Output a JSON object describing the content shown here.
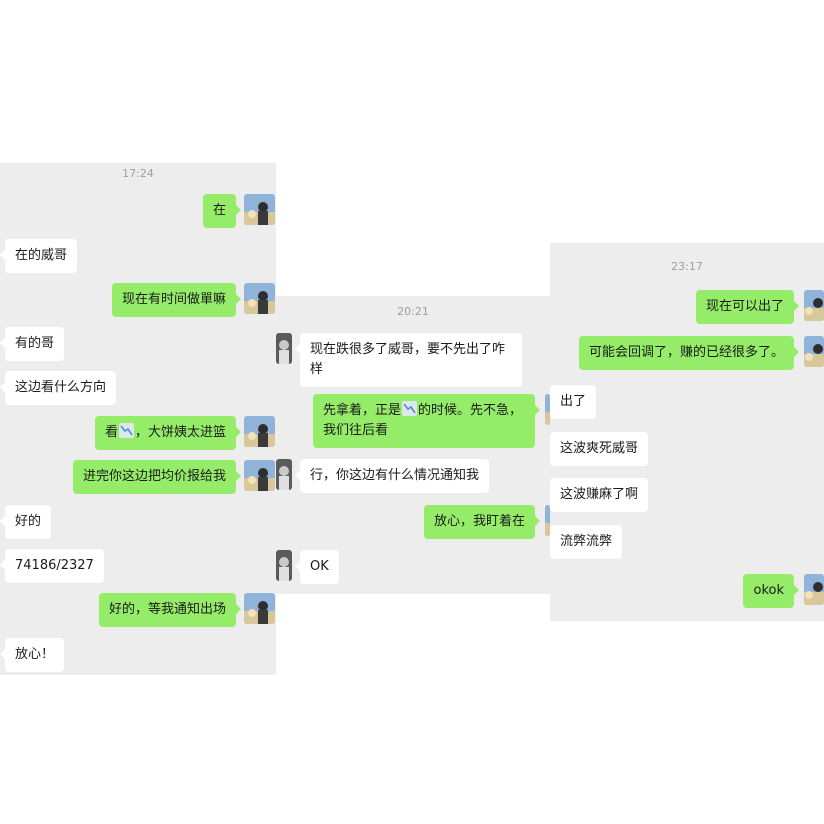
{
  "panel1": {
    "timestamp": "17:24",
    "messages": [
      {
        "text": "在"
      },
      {
        "text": "在的威哥"
      },
      {
        "text": "现在有时间做單嘛"
      },
      {
        "text": "有的哥"
      },
      {
        "text": "这边看什么方向"
      },
      {
        "pre": "看",
        "post": "，大饼姨太进篮"
      },
      {
        "text": "进完你这边把均价报给我"
      },
      {
        "text": "好的"
      },
      {
        "text": "74186/2327"
      },
      {
        "text": "好的，等我通知出场"
      },
      {
        "text": "放心！"
      }
    ]
  },
  "panel2": {
    "timestamp": "20:21",
    "messages": [
      {
        "text": "现在跌很多了威哥，要不先出了咋样"
      },
      {
        "pre": "先拿着，正是",
        "post": "的时候。先不急，我们往后看"
      },
      {
        "text": "行，你这边有什么情况通知我"
      },
      {
        "text": "放心，我盯着在"
      },
      {
        "text": "OK"
      }
    ]
  },
  "panel3": {
    "timestamp": "23:17",
    "messages": [
      {
        "text": "现在可以出了"
      },
      {
        "text": "可能会回调了，赚的已经很多了。"
      },
      {
        "text": "出了"
      },
      {
        "text": "这波爽死威哥"
      },
      {
        "text": "这波赚麻了啊"
      },
      {
        "text": "流弊流弊"
      },
      {
        "text": "okok"
      }
    ]
  },
  "colors": {
    "background": "#ededed",
    "outgoing_bubble": "#95ec69",
    "incoming_bubble": "#ffffff",
    "timestamp_text": "#9e9e9e"
  },
  "icons": {
    "trend_emoji": "chart-decreasing-icon",
    "own_avatar": "avatar-photo-icon",
    "contact_avatar": "contact-photo-icon"
  }
}
